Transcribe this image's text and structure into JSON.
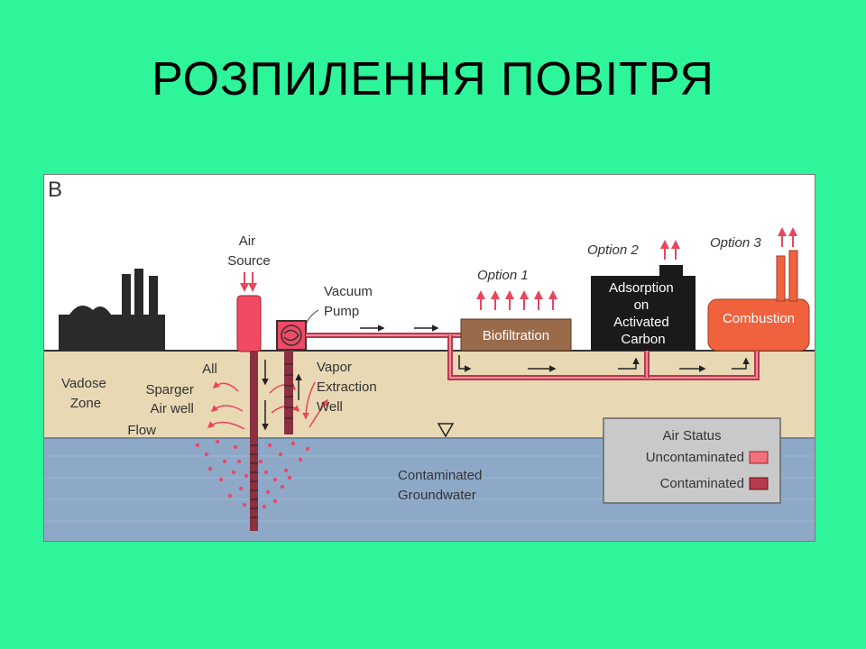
{
  "slide": {
    "title": "РОЗПИЛЕННЯ ПОВІТРЯ"
  },
  "diagram": {
    "panel_letter": "B",
    "labels": {
      "air_source_1": "Air",
      "air_source_2": "Source",
      "vacuum_pump_1": "Vacuum",
      "vacuum_pump_2": "Pump",
      "option1": "Option 1",
      "option2": "Option 2",
      "option3": "Option 3",
      "biofiltration": "Biofiltration",
      "adsorption_1": "Adsorption",
      "adsorption_2": "on",
      "adsorption_3": "Activated",
      "adsorption_4": "Carbon",
      "combustion": "Combustion",
      "vadose_1": "Vadose",
      "vadose_2": "Zone",
      "sparger_1": "All",
      "sparger_2": "Sparger",
      "sparger_3": "Air  well",
      "sparger_4": "Flow",
      "vapor_1": "Vapor",
      "vapor_2": "Extraction",
      "vapor_3": "Well",
      "groundwater_1": "Contaminated",
      "groundwater_2": "Groundwater"
    },
    "legend": {
      "title": "Air Status",
      "uncontaminated": "Uncontaminated",
      "contaminated": "Contaminated"
    },
    "colors": {
      "background": "#2ef59a",
      "ground": "#e8d8b4",
      "groundwater": "#8ea9c8",
      "pipe_uncontaminated": "#f07080",
      "pipe_contaminated": "#b83a4e",
      "biofiltration": "#9a6b4a",
      "adsorption": "#1a1a1a",
      "combustion": "#f0623e",
      "factory": "#2a2a2a",
      "legend_bg": "#c9c9c9"
    }
  }
}
